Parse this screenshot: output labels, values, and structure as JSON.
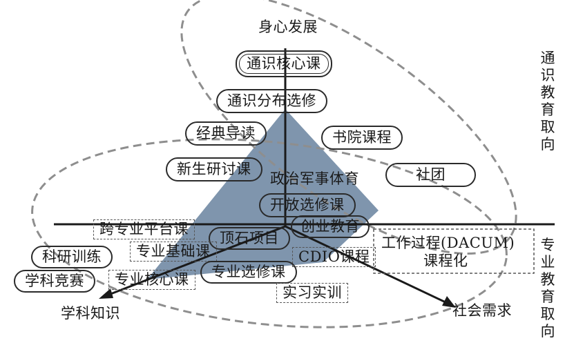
{
  "axes": {
    "top": "身心发展",
    "left": "学科知识",
    "right": "社会需求"
  },
  "orientations": {
    "general": "通识教育取向",
    "professional": "专业教育取向"
  },
  "courses": {
    "core_general": "通识核心课",
    "distributed_electives": "通识分布选修",
    "classic_reading": "经典导读",
    "college_courses": "书院课程",
    "freshman_seminar": "新生研讨课",
    "clubs": "社团",
    "politics_military_pe": "政治军事体育",
    "open_electives": "开放选修课",
    "interdisciplinary_platform": "跨专业平台课",
    "entrepreneurship": "创业教育",
    "capstone": "顶石项目",
    "dacum_line1": "工作过程(DACUM)",
    "dacum_line2": "课程化",
    "research_training": "科研训练",
    "major_foundation": "专业基础课",
    "cdio": "CDIO课程",
    "major_electives": "专业选修课",
    "competitions": "学科竞赛",
    "major_core": "专业核心课",
    "internship": "实习实训"
  }
}
